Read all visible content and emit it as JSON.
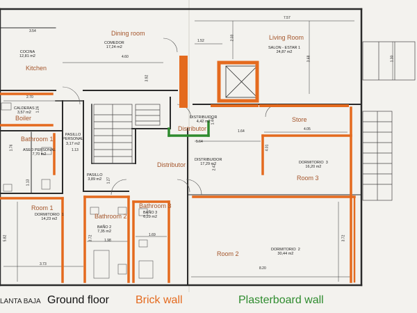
{
  "colors": {
    "brick": "#e46a1e",
    "plaster": "#2e8b2e",
    "ink": "#2a2a2a",
    "label": "#a4552a",
    "paper": "#f3f2ee"
  },
  "rooms": {
    "kitchen": "Kitchen",
    "dining": "Dining room",
    "living": "Living Room",
    "boiler": "Boiler",
    "bathroom1": "Bathroom 1",
    "distributor_top": "Distributor",
    "distributor_mid": "Distributor",
    "store": "Store",
    "room3": "Room 3",
    "room1": "Room 1",
    "bathroom2": "Bathroom 2",
    "bathroom3": "Bathroom 3",
    "room2": "Room 2"
  },
  "tags": {
    "cocina": "COCINA\n12,81 m2",
    "comedor": "COMEDOR\n17,24 m2",
    "salon": "SALON - ESTAR 1\n24,87 m2",
    "calderas": "CALDERAS\n3,57 m2",
    "aseo": "ASEO PERSONAL\n7,70 m2",
    "pasillo_personal": "PASILLO\nPERSONAL\n3,17 m2",
    "distribuidor1": "DISTRIBUIDOR\n4,42 m2",
    "distribuidor2": "DISTRIBUIDOR\n17,29 m2",
    "dormitorio3": "DORMITORIO  3\n16,20 m2",
    "pasillo": "PASILLO\n3,89 m2",
    "dormitorio1": "DORMITORIO  1\n14,23 m2",
    "bano2": "BAÑO 2\n7,35 m2",
    "bano3": "BAÑO 3\n6,29 m2",
    "dormitorio2": "DORMITORIO  2\n30,44 m2"
  },
  "dims": {
    "d354": "3.54",
    "d757": "7.57",
    "d203": "2.03",
    "d152": "1.52",
    "d460": "4.60",
    "d392": "3.92",
    "d368": "3.68",
    "d130": "1.30",
    "d270": "2.70",
    "d126": "1.26",
    "d113": "1.13",
    "d176": "1.76",
    "d564": "5.64",
    "d164": "1.64",
    "d405": "4.05",
    "d401": "4.01",
    "d247": "2.47",
    "d127": "1.27",
    "d113b": "1.13",
    "d372a": "3.72",
    "d198": "1.98",
    "d169": "1.69",
    "d372b": "3.72",
    "d582": "5.82",
    "d373": "3.73",
    "d820": "8.20",
    "d144": "1.44"
  },
  "footer": {
    "planta": "LANTA BAJA",
    "ground": "Ground floor",
    "brick": "Brick wall",
    "plaster": "Plasterboard wall"
  }
}
